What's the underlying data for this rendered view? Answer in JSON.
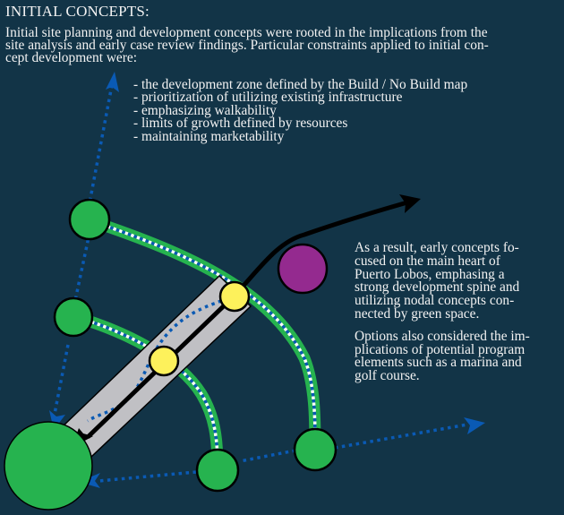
{
  "title": "INITIAL CONCEPTS:",
  "intro": "Initial site planning and development concepts were rooted in the implications from the site analysis and early case review findings.  Particular constraints applied to initial con-cept development were:",
  "intro_lines": [
    "Initial site planning and development concepts were rooted in the implications from the",
    "site analysis and early case review findings.  Particular constraints applied to initial con-",
    "cept development were:"
  ],
  "constraints": [
    "- the development zone defined by the Build / No Build map",
    "- prioritization of utilizing existing infrastructure",
    "- emphasizing walkability",
    "- limits of growth defined by resources",
    "- maintaining marketability"
  ],
  "side_text": {
    "paragraph_1_lines": [
      "As a result, early concepts fo-",
      "cused on the main heart of",
      "Puerto Lobos, emphasing a",
      "strong development spine and",
      "utilizing nodal concepts con-",
      "nected by green space."
    ],
    "paragraph_2_lines": [
      "Options also considered the im-",
      "plications of potential program",
      "elements such as a marina and",
      "golf course."
    ]
  },
  "diagram": {
    "elements": {
      "main_node": "large green node",
      "green_nodes": [
        "green node upper-left",
        "green node middle-left",
        "green node bottom",
        "green node bottom-right"
      ],
      "yellow_nodes": [
        "yellow node upper",
        "yellow node lower"
      ],
      "purple_node": "purple node",
      "spine": "gray development spine",
      "green_arcs": [
        "outer green corridor",
        "inner green corridor"
      ],
      "arrows": [
        "black spine arrow",
        "blue dotted arrow north",
        "blue dotted arrow east",
        "blue dotted arrows to main node"
      ]
    },
    "colors": {
      "background": "#123447",
      "green": "#26b34f",
      "yellow": "#fdf15b",
      "purple": "#942a8f",
      "spine_gray": "#c0c0c4",
      "blue_dots": "#0a5ab4",
      "black": "#000000",
      "white": "#ffffff",
      "text": "#f2f2f2"
    }
  }
}
